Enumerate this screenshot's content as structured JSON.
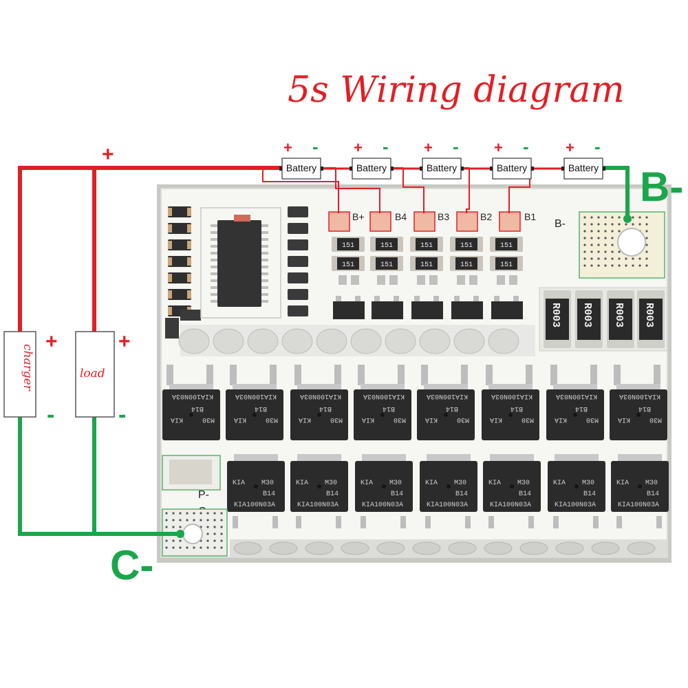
{
  "title": "5s Wiring diagram",
  "batteries": [
    {
      "label": "Battery",
      "plus": "+",
      "minus": "-"
    },
    {
      "label": "Battery",
      "plus": "+",
      "minus": "-"
    },
    {
      "label": "Battery",
      "plus": "+",
      "minus": "-"
    },
    {
      "label": "Battery",
      "plus": "+",
      "minus": "-"
    },
    {
      "label": "Battery",
      "plus": "+",
      "minus": "-"
    }
  ],
  "top_plus": "+",
  "terminals": {
    "b_minus": "B-",
    "c_minus": "C-",
    "board_pads": [
      "B+",
      "B4",
      "B3",
      "B2",
      "B1"
    ],
    "board_b_minus": "B-",
    "p_minus": "P-",
    "c_minus_silk": "C-"
  },
  "charger": {
    "label": "charger",
    "plus": "+",
    "minus": "-"
  },
  "load": {
    "label": "load",
    "plus": "+",
    "minus": "-"
  },
  "pcb": {
    "resistor_code": "151",
    "shunt_code": "R003",
    "mosfet_part": "KIA100N03A",
    "mosfet_brand": "KIA",
    "mosfet_code1": "M30",
    "mosfet_code2": "B14"
  },
  "colors": {
    "positive": "#e31e24",
    "negative": "#1aa64a",
    "pcb": "#f4f4f0",
    "component": "#2b2b2b"
  }
}
